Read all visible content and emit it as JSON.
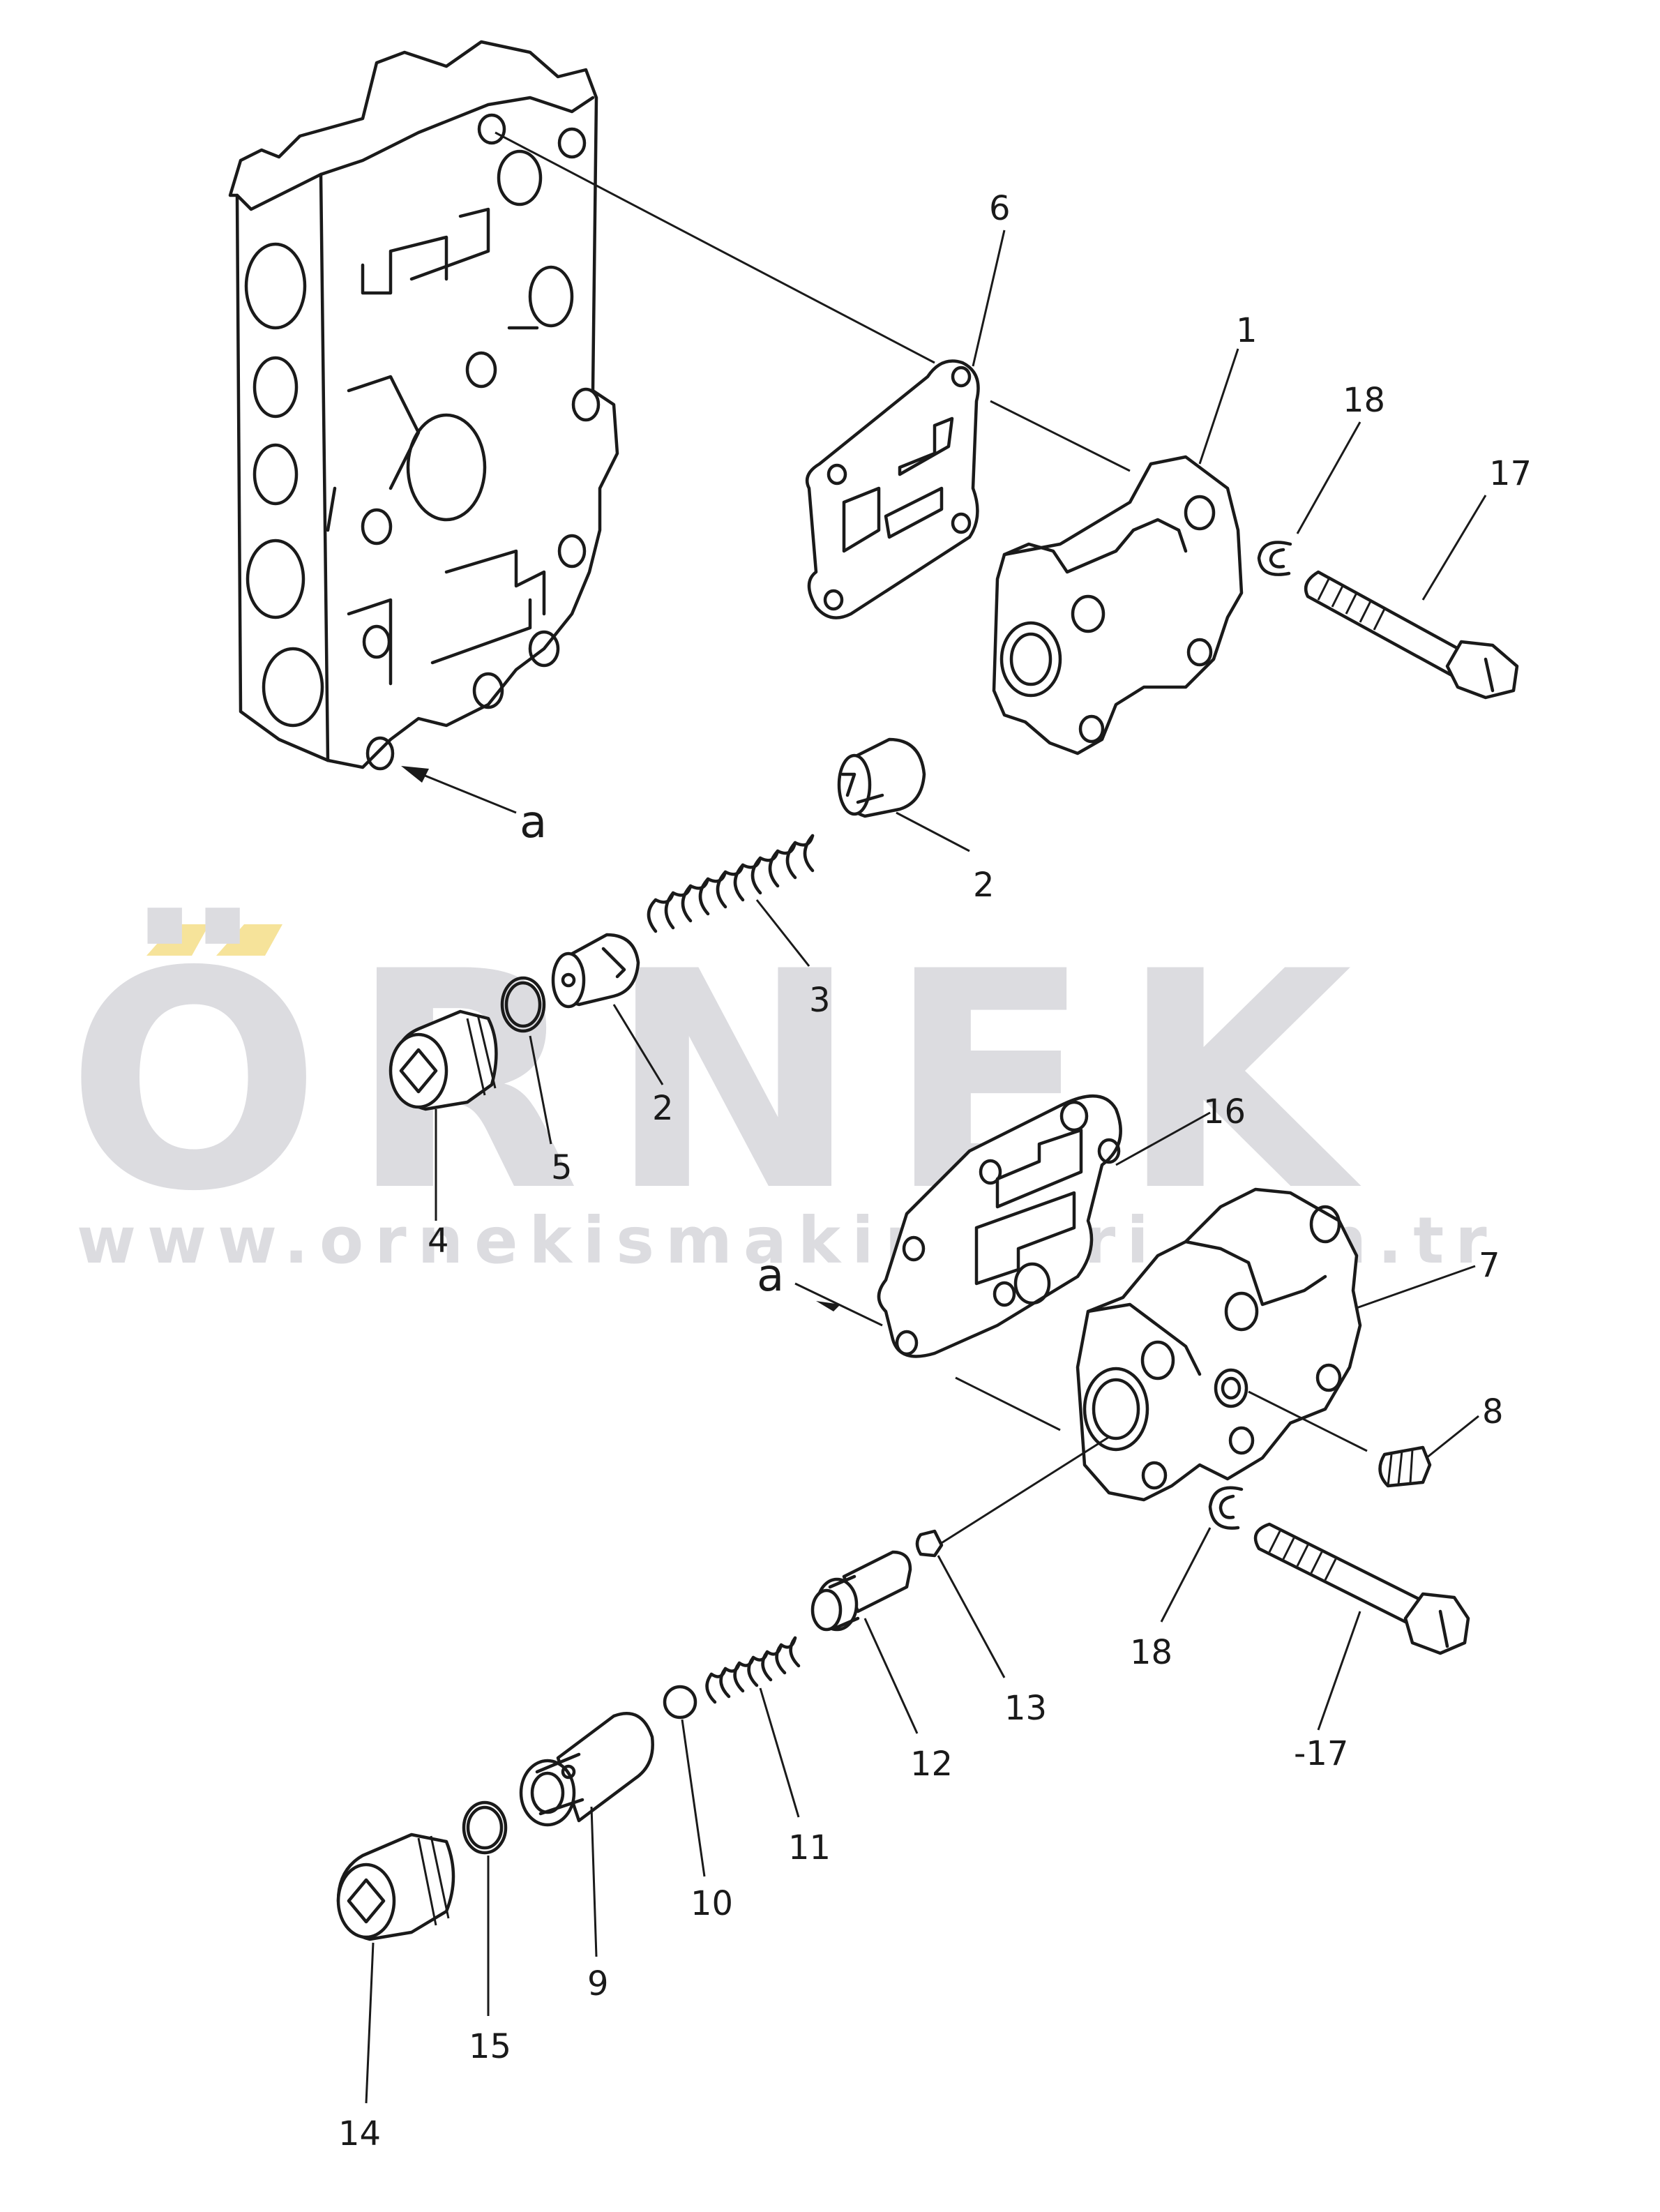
{
  "watermark": {
    "logo_text": "ÖRNEK",
    "url_text": "www.ornekismakinalari.com.tr",
    "logo_color": "#dcdce0",
    "accent_color": "#f6e39a"
  },
  "part_numbers": [
    "1",
    "2",
    "2",
    "3",
    "4",
    "5",
    "6",
    "7",
    "8",
    "9",
    "10",
    "11",
    "12",
    "13",
    "14",
    "15",
    "16",
    "17",
    "17",
    "18",
    "18"
  ],
  "callouts": {
    "p1": "1",
    "p2a": "2",
    "p2b": "2",
    "p3": "3",
    "p4": "4",
    "p5": "5",
    "p6": "6",
    "p7": "7",
    "p8": "8",
    "p9": "9",
    "p10": "10",
    "p11": "11",
    "p12": "12",
    "p13": "13",
    "p14": "14",
    "p15": "15",
    "p16": "16",
    "p17a": "17",
    "p17b": "-17",
    "p18a": "18",
    "p18b": "18"
  },
  "view_markers": {
    "a_upper": "a",
    "a_lower": "a"
  }
}
